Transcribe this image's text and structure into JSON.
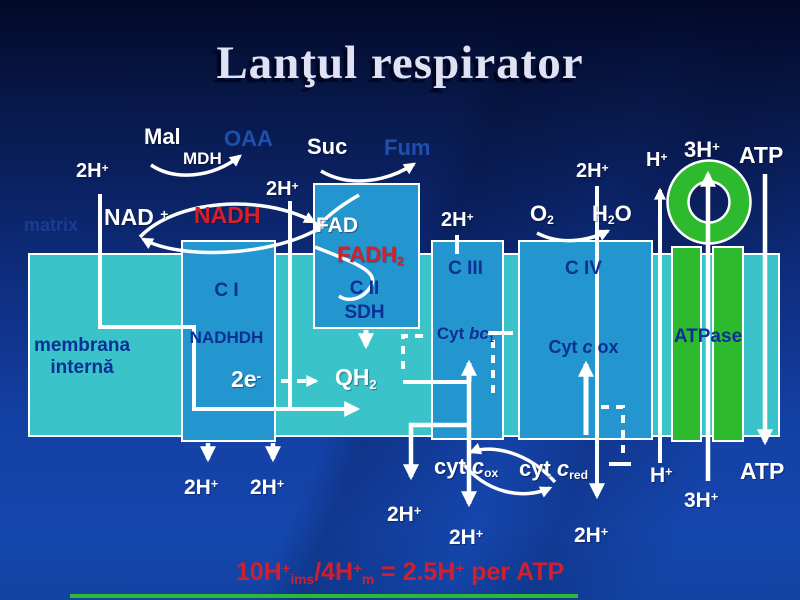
{
  "title": "Lanţul respirator",
  "colors": {
    "background_top": "#030a28",
    "background_bottom": "#1546ad",
    "membrane_teal": "#3ac4ca",
    "complex_box_blue": "#2496cf",
    "atpase_green": "#2eba2e",
    "navy_text": "#0b3094",
    "red_text": "#d81e28",
    "faded_blue_text": "#1d4fae",
    "white": "#ffffff"
  },
  "membrane": {
    "label_line1": "membrana",
    "label_line2": "internă",
    "matrix_label": "matrix"
  },
  "complexes": {
    "c1": {
      "name": "C I",
      "enzyme": "NADHDH"
    },
    "c2": {
      "name": "C II",
      "enzyme": "SDH"
    },
    "c3": {
      "name": "C III",
      "prefix": "Cyt ",
      "italic": "bc",
      "sub": "1"
    },
    "c4": {
      "name": "C IV",
      "prefix": "Cyt ",
      "italic": "c",
      "suffix": " ox"
    },
    "atpase": {
      "name": "ATPase"
    }
  },
  "substrates": {
    "mal": "Mal",
    "oaa": "OAA",
    "mdh": "MDH",
    "suc": "Suc",
    "fum": "Fum",
    "nad": "NAD",
    "nad_sup": "+",
    "nadh": "NADH",
    "fad": "FAD",
    "fadh": "FADH",
    "fadh_sub": "2",
    "o2_base": "O",
    "o2_sub": "2",
    "h2o_h": "H",
    "h2o_sub": "2",
    "h2o_o": "O",
    "cyt": "cyt ",
    "cyt_c": "c",
    "cyt_ox_sub": "ox",
    "cyt_red_sub": "red"
  },
  "carriers": {
    "electrons": "2e",
    "electrons_sup": "-",
    "quinol": "QH",
    "quinol_sub": "2"
  },
  "tokens": {
    "h2": "2H",
    "h3": "3H",
    "h": "H",
    "plus": "+",
    "atp": "ATP"
  },
  "formula": {
    "p1": "10H",
    "s1": "+",
    "sub1": "ims",
    "p2": "/4H",
    "s2": "+",
    "sub2": "m",
    "p3": " = 2.5H",
    "s3": "+",
    "p4": " per ATP"
  }
}
